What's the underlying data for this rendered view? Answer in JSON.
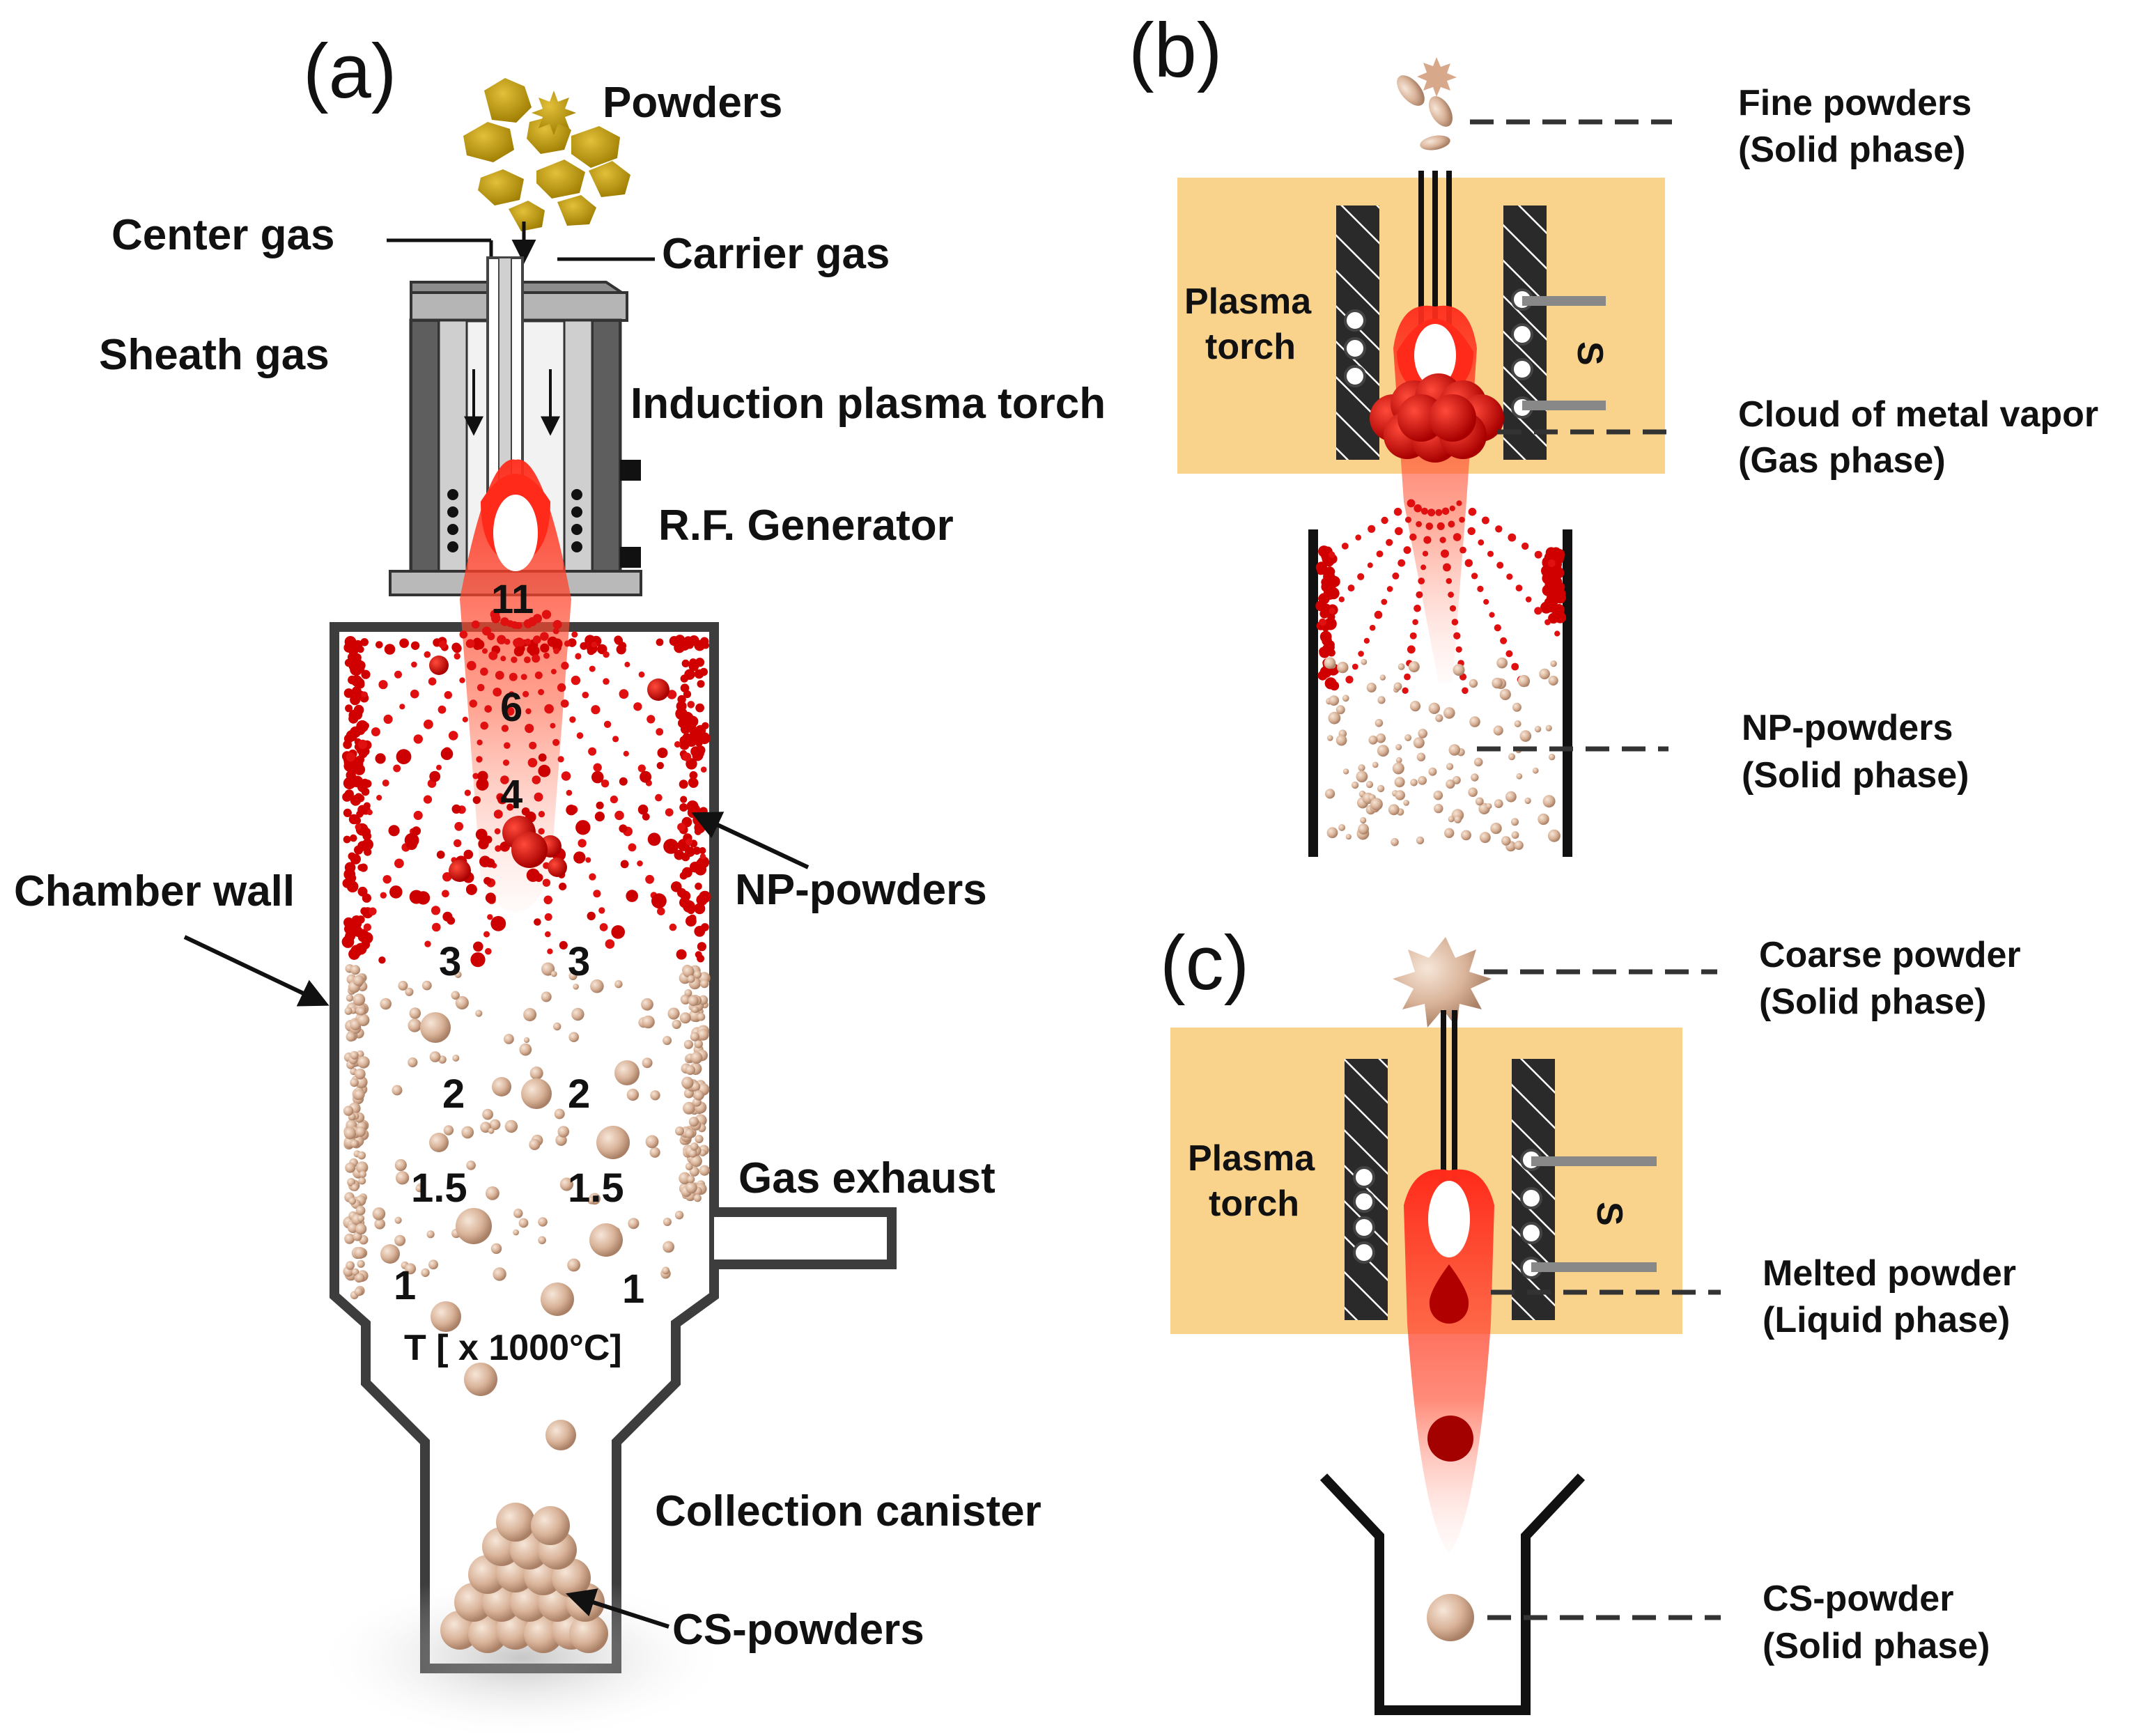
{
  "panels": {
    "a": "(a)",
    "b": "(b)",
    "c": "(c)"
  },
  "panel_a": {
    "powders": "Powders",
    "center_gas": "Center gas",
    "carrier_gas": "Carrier gas",
    "sheath_gas": "Sheath gas",
    "induction_torch": "Induction plasma torch",
    "rf_generator": "R.F. Generator",
    "chamber_wall": "Chamber wall",
    "np_powders": "NP-powders",
    "gas_exhaust": "Gas exhaust",
    "collection_canister": "Collection canister",
    "cs_powders": "CS-powders",
    "temperature_unit": "T [ x 1000°C]",
    "temps": [
      "11",
      "6",
      "4",
      "3",
      "3",
      "2",
      "2",
      "1.5",
      "1.5",
      "1",
      "1"
    ]
  },
  "panel_b": {
    "plasma_torch_1": "Plasma",
    "plasma_torch_2": "torch",
    "coil_s": "S",
    "fine_powders_1": "Fine powders",
    "fine_powders_2": "(Solid phase)",
    "cloud_1": "Cloud of metal vapor",
    "cloud_2": "(Gas phase)",
    "np_1": "NP-powders",
    "np_2": "(Solid phase)"
  },
  "panel_c": {
    "plasma_torch_1": "Plasma",
    "plasma_torch_2": "torch",
    "coil_s": "S",
    "coarse_1": "Coarse powder",
    "coarse_2": "(Solid phase)",
    "melted_1": "Melted powder",
    "melted_2": "(Liquid phase)",
    "cs_1": "CS-powder",
    "cs_2": "(Solid phase)"
  },
  "colors": {
    "plasma_red": "#e8231a",
    "dark_red": "#c40000",
    "powder_gold": "#c9a200",
    "particle_tan": "#d8b49a",
    "torch_box": "#f9d38c",
    "wall_gray": "#3d3d3d"
  }
}
